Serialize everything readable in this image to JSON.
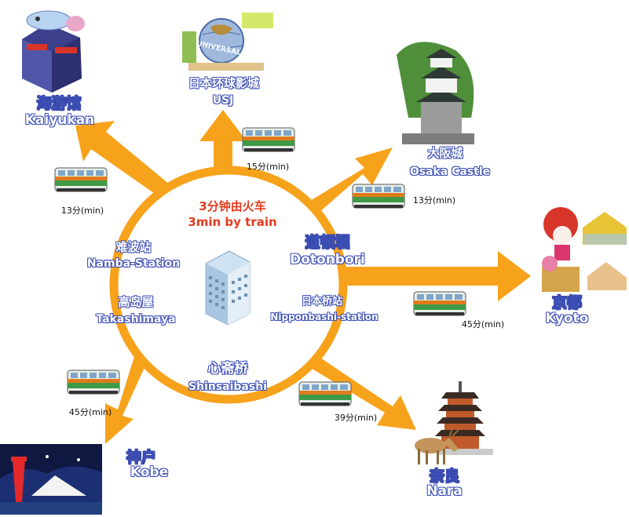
{
  "center": {
    "train_cn": "3分钟由火车",
    "train_en": "3min by train",
    "stations": [
      {
        "cn": "难波站",
        "en": "Namba-Station"
      },
      {
        "cn": "道顿堀",
        "en": "Dotonbori"
      },
      {
        "cn": "高岛屋",
        "en": "Takashimaya"
      },
      {
        "cn": "日本桥站",
        "en": "Nipponbashi-station"
      },
      {
        "cn": "心斋桥",
        "en": "Shinsaibashi"
      }
    ]
  },
  "destinations": {
    "kaiyukan": {
      "cn": "海游馆",
      "en": "Kaiyukan",
      "time": "13分(min)"
    },
    "usj": {
      "cn": "日本环球影城",
      "en": "USJ",
      "time": "15分(min)",
      "sign": "UNIVERSAL"
    },
    "osaka_castle": {
      "cn": "大阪城",
      "en": "Osaka Castle",
      "time": "13分(min)"
    },
    "kyoto": {
      "cn": "京都",
      "en": "Kyoto",
      "time": "45分(min)"
    },
    "nara": {
      "cn": "奈良",
      "en": "Nara",
      "time": "39分(min)"
    },
    "kobe": {
      "cn": "神户",
      "en": "Kobe",
      "time": "45分(min)"
    }
  },
  "colors": {
    "arrow": "#f7a21b",
    "ring": "#f7a21b",
    "label_blue": "#3d4fb5",
    "train_green": "#3f9a46",
    "train_orange": "#e07a1c",
    "accent_red": "#e53b1e"
  },
  "icons": [
    "train-icon",
    "building-icon",
    "aquarium-icon",
    "globe-icon",
    "castle-icon",
    "geisha-icon",
    "pagoda-icon",
    "deer-icon",
    "port-tower-icon"
  ]
}
